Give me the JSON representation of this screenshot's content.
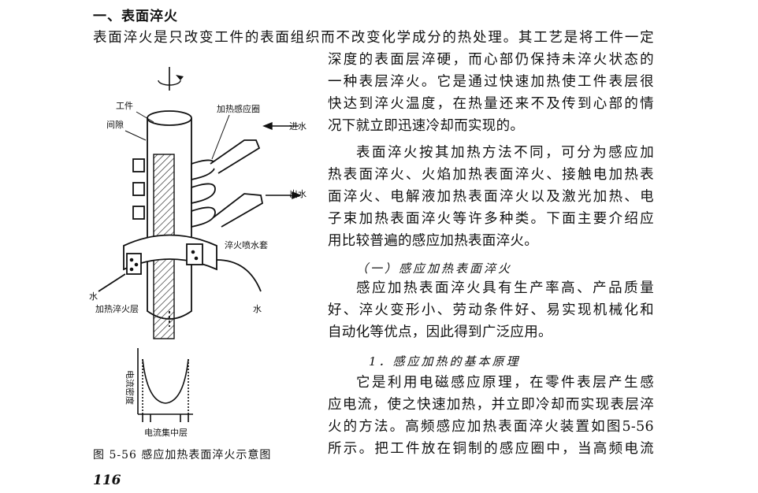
{
  "heading": "一、表面淬火",
  "lead": "表面淬火是只改变工件的表面组织而不改变化学成分的热处理。其工艺是将工件一定",
  "paragraph1": [
    "深度的表面层淬硬，而心部仍保持未淬火状态的",
    "一种表层淬火。它是通过快速加热使工件表层很",
    "快达到淬火温度，在热量还来不及传到心部的情",
    "况下就立即迅速冷却而实现的。"
  ],
  "paragraph2": [
    "表面淬火按其加热方法不同，可分为感应加",
    "热表面淬火、火焰加热表面淬火、接触电加热表",
    "面淬火、电解液加热表面淬火以及激光加热、电",
    "子束加热表面淬火等许多种类。下面主要介绍应",
    "用比较普遍的感应加热表面淬火。"
  ],
  "section": "（一）感应加热表面淬火",
  "paragraph3": [
    "感应加热表面淬火具有生产率高、产品质量",
    "好、淬火变形小、劳动条件好、易实现机械化和",
    "自动化等优点，因此得到广泛应用。"
  ],
  "subsection": "1．感应加热的基本原理",
  "paragraph4": [
    "它是利用电磁感应原理，在零件表层产生感",
    "应电流，使之快速加热，并立即冷却而实现表层淬",
    "火的方法。高频感应加热表面淬火装置如图5-56",
    "所示。把工件放在铜制的感应圈中，当高频电流"
  ],
  "figure": {
    "labels": {
      "workpiece": "工件",
      "gap": "间隙",
      "coil": "加热感应圈",
      "water_in": "进水",
      "water_out": "出水",
      "spray": "淬火喷水套",
      "water_left": "水",
      "water_right": "水",
      "heated_layer": "加热淬火层",
      "current_density": "电流密度",
      "current_layer": "电流集中层"
    },
    "caption": "图 5-56   感应加热表面淬火示意图"
  },
  "page_number": "116"
}
